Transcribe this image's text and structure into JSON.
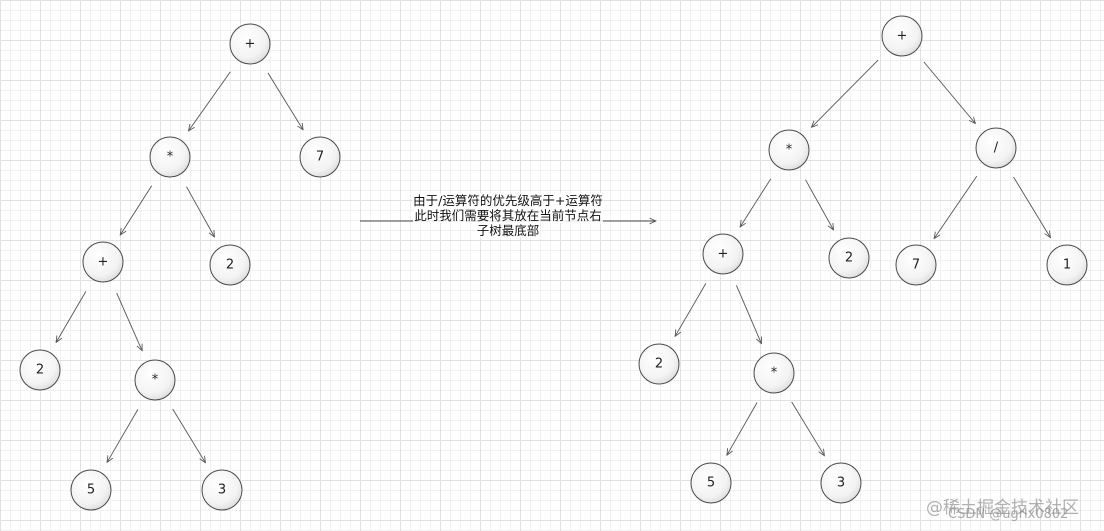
{
  "caption": {
    "line1": "由于/运算符的优先级高于+运算符",
    "line2": "此时我们需要将其放在当前节点右",
    "line3": "子树最底部"
  },
  "watermark": {
    "site": "@稀土掘金技术社区",
    "author": "CSDN @ugrlx0802"
  },
  "trees": [
    {
      "id": "before",
      "nodes": [
        {
          "id": "L-root",
          "label": "+"
        },
        {
          "id": "L-mul1",
          "label": "*"
        },
        {
          "id": "L-7",
          "label": "7"
        },
        {
          "id": "L-plus2",
          "label": "+"
        },
        {
          "id": "L-2a",
          "label": "2"
        },
        {
          "id": "L-2b",
          "label": "2"
        },
        {
          "id": "L-mul2",
          "label": "*"
        },
        {
          "id": "L-5",
          "label": "5"
        },
        {
          "id": "L-3",
          "label": "3"
        }
      ],
      "edges": [
        [
          "L-root",
          "L-mul1"
        ],
        [
          "L-root",
          "L-7"
        ],
        [
          "L-mul1",
          "L-plus2"
        ],
        [
          "L-mul1",
          "L-2a"
        ],
        [
          "L-plus2",
          "L-2b"
        ],
        [
          "L-plus2",
          "L-mul2"
        ],
        [
          "L-mul2",
          "L-5"
        ],
        [
          "L-mul2",
          "L-3"
        ]
      ]
    },
    {
      "id": "after",
      "nodes": [
        {
          "id": "R-root",
          "label": "+"
        },
        {
          "id": "R-mul1",
          "label": "*"
        },
        {
          "id": "R-div",
          "label": "/"
        },
        {
          "id": "R-plus2",
          "label": "+"
        },
        {
          "id": "R-2a",
          "label": "2"
        },
        {
          "id": "R-7",
          "label": "7"
        },
        {
          "id": "R-1",
          "label": "1"
        },
        {
          "id": "R-2b",
          "label": "2"
        },
        {
          "id": "R-mul2",
          "label": "*"
        },
        {
          "id": "R-5",
          "label": "5"
        },
        {
          "id": "R-3",
          "label": "3"
        }
      ],
      "edges": [
        [
          "R-root",
          "R-mul1"
        ],
        [
          "R-root",
          "R-div"
        ],
        [
          "R-mul1",
          "R-plus2"
        ],
        [
          "R-mul1",
          "R-2a"
        ],
        [
          "R-div",
          "R-7"
        ],
        [
          "R-div",
          "R-1"
        ],
        [
          "R-plus2",
          "R-2b"
        ],
        [
          "R-plus2",
          "R-mul2"
        ],
        [
          "R-mul2",
          "R-5"
        ],
        [
          "R-mul2",
          "R-3"
        ]
      ]
    }
  ]
}
